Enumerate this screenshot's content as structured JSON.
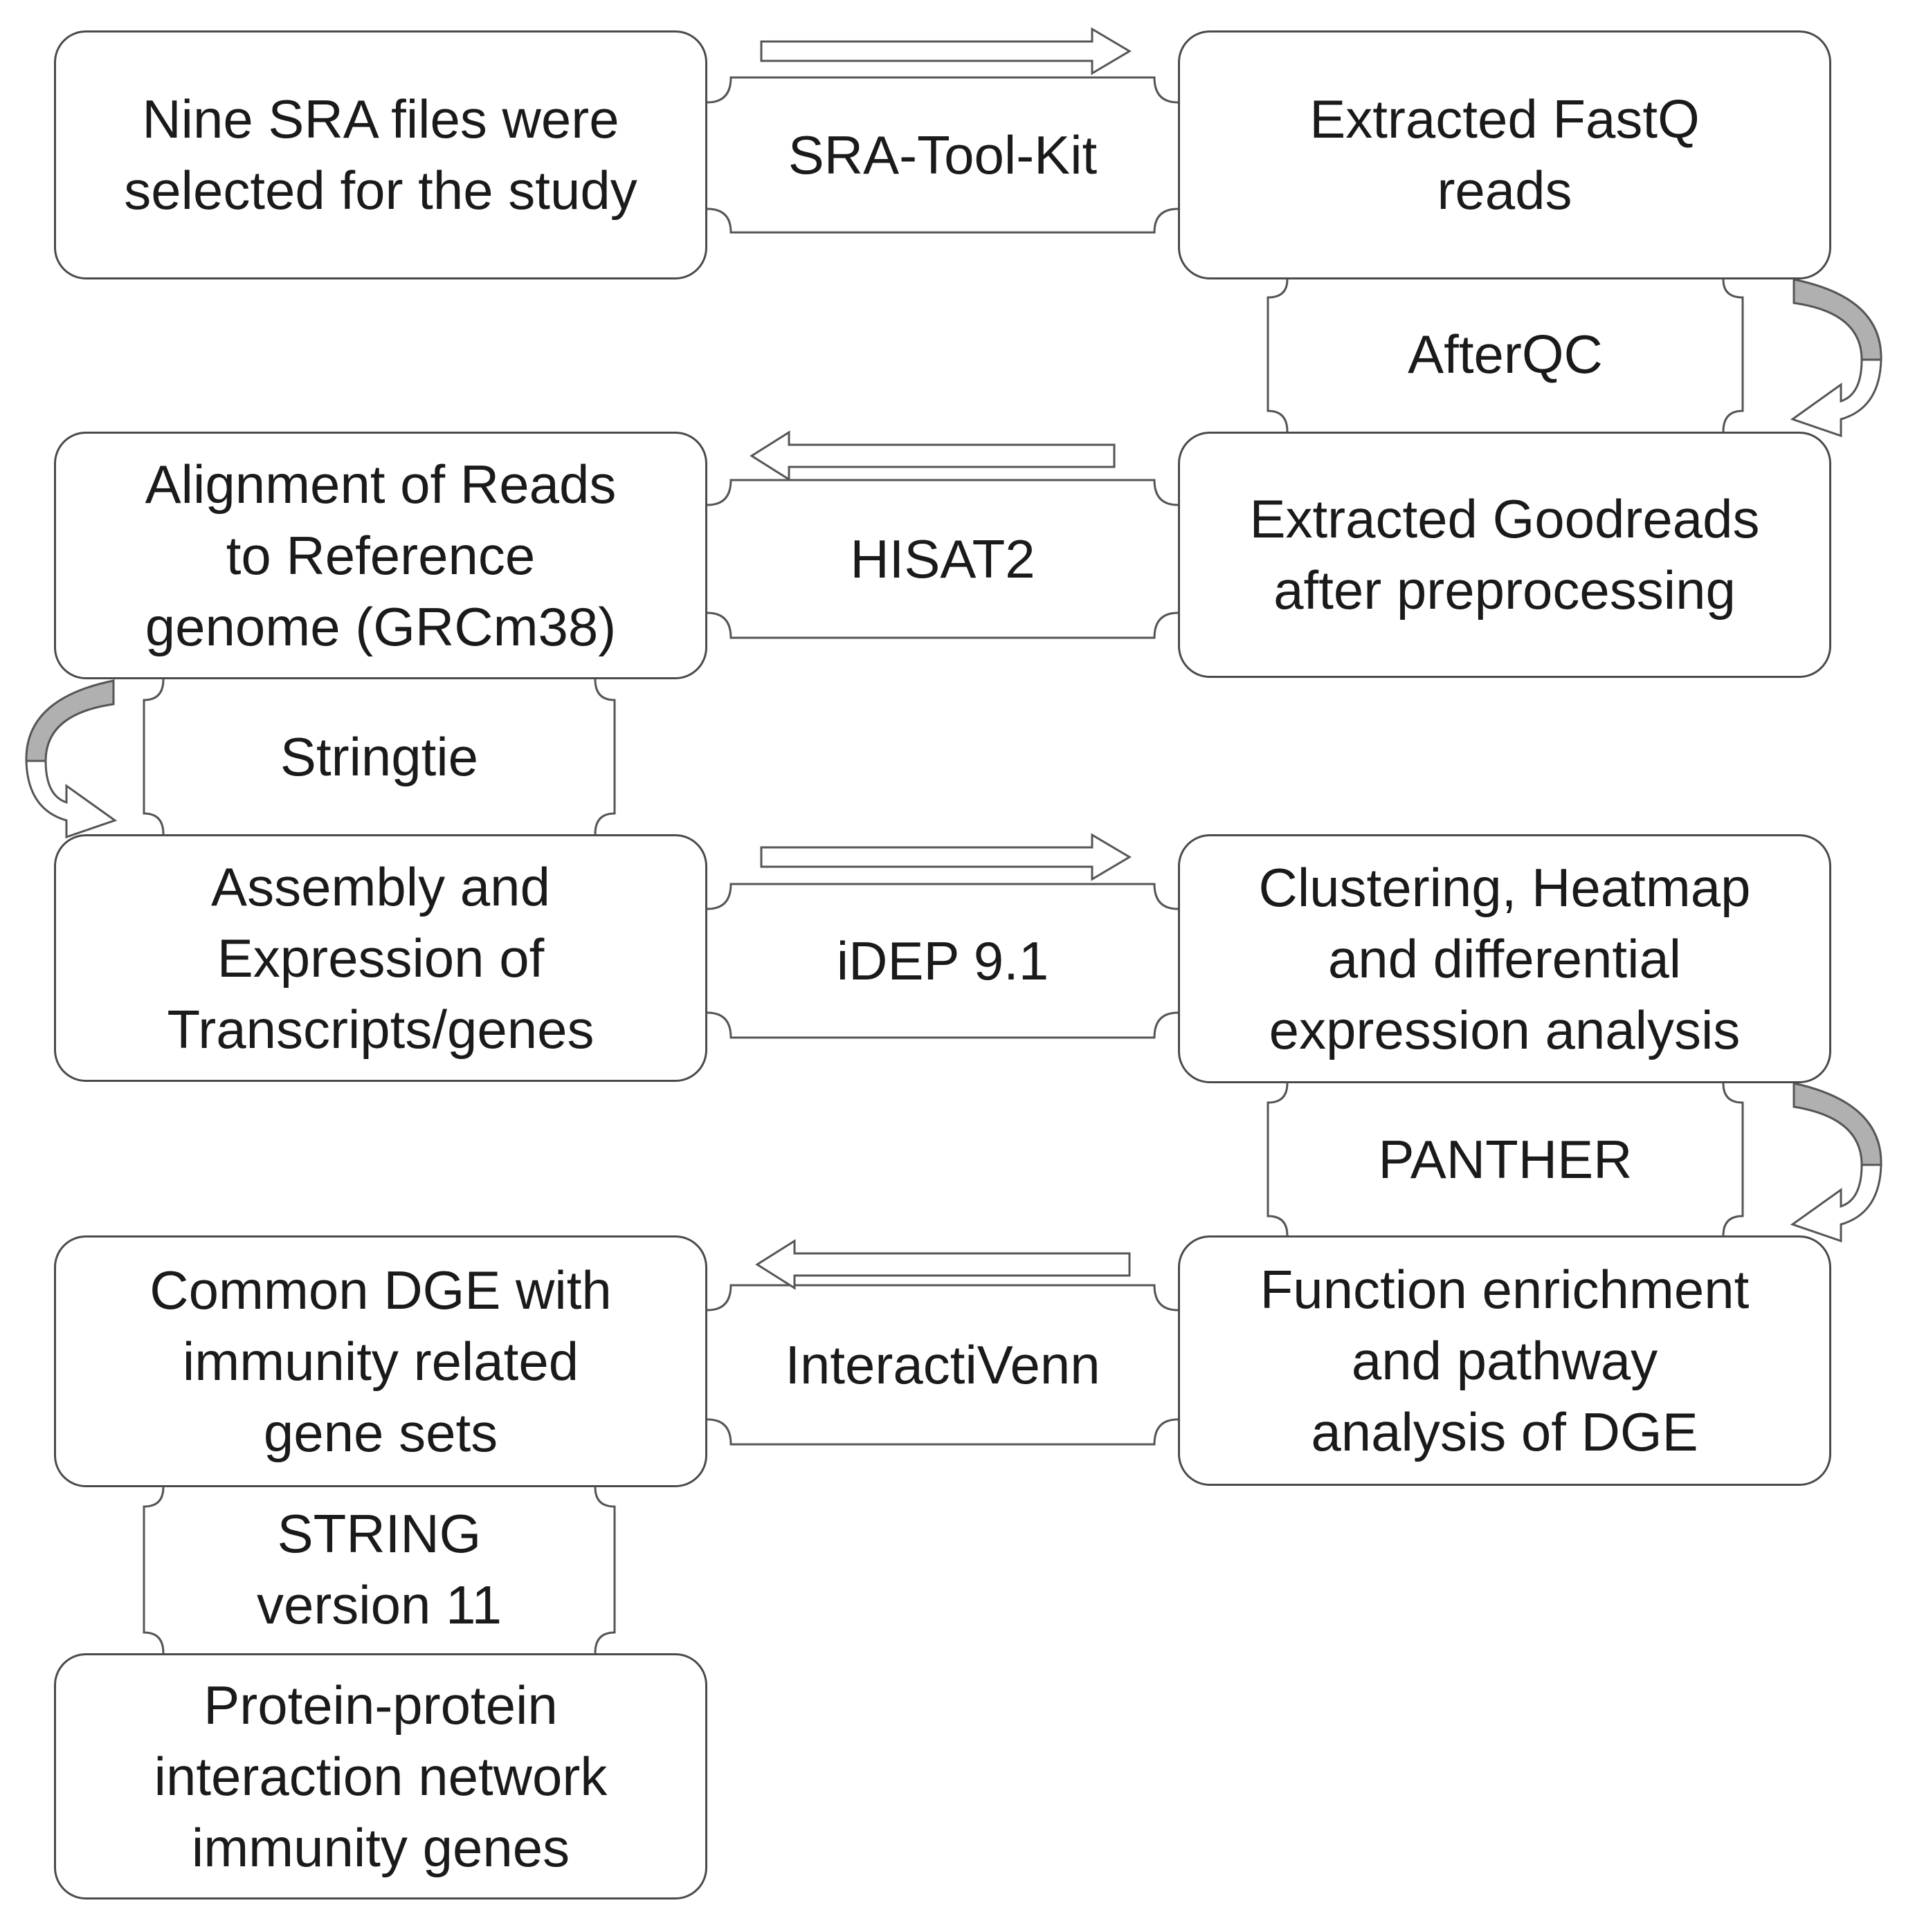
{
  "steps": [
    {
      "id": "sra_files",
      "text": "Nine SRA files were\nselected for the study"
    },
    {
      "id": "fastq_reads",
      "text": "Extracted FastQ\nreads"
    },
    {
      "id": "goodreads",
      "text": "Extracted Goodreads\nafter preprocessing"
    },
    {
      "id": "alignment",
      "text": "Alignment of Reads\nto Reference\ngenome (GRCm38)"
    },
    {
      "id": "assembly",
      "text": "Assembly and\nExpression of\nTranscripts/genes"
    },
    {
      "id": "clustering",
      "text": "Clustering, Heatmap\nand differential\nexpression analysis"
    },
    {
      "id": "enrichment",
      "text": "Function enrichment\nand pathway\nanalysis of DGE"
    },
    {
      "id": "common_dge",
      "text": "Common DGE with\nimmunity related\ngene sets"
    },
    {
      "id": "ppi_network",
      "text": "Protein-protein\ninteraction network\nimmunity genes"
    }
  ],
  "tools": [
    {
      "id": "sra_toolkit",
      "text": "SRA-Tool-Kit"
    },
    {
      "id": "afterqc",
      "text": "AfterQC"
    },
    {
      "id": "hisat2",
      "text": "HISAT2"
    },
    {
      "id": "stringtie",
      "text": "Stringtie"
    },
    {
      "id": "idep",
      "text": "iDEP 9.1"
    },
    {
      "id": "panther",
      "text": "PANTHER"
    },
    {
      "id": "interactivenn",
      "text": "InteractiVenn"
    },
    {
      "id": "string",
      "text": "STRING\nversion 11"
    }
  ],
  "colors": {
    "box_border": "#4a4a4a",
    "connector": "#555555",
    "curved_arrow_fill": "#b0b0b0",
    "arrow_fill": "#ffffff",
    "text": "#1a1a1a"
  }
}
